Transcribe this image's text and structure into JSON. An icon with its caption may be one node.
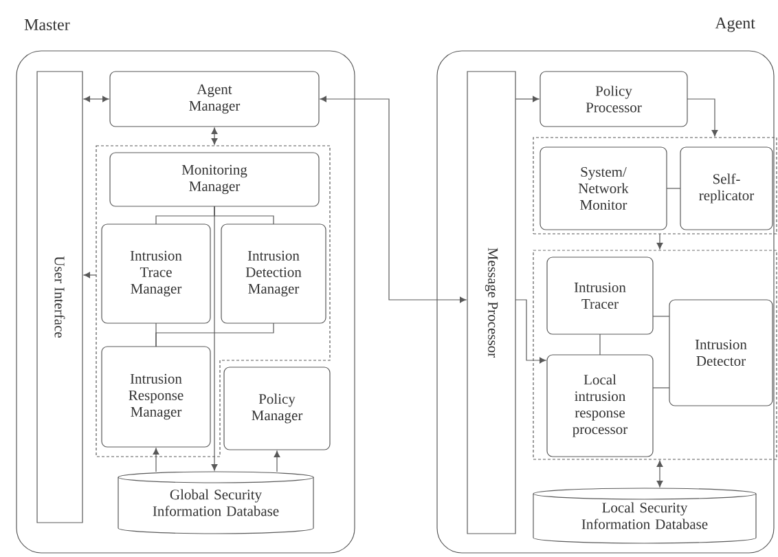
{
  "diagram": {
    "nodes": [
      {
        "text": [
          "Master"
        ]
      },
      {
        "text": [
          "User Interface"
        ],
        "in": 0
      },
      {
        "text": [
          "Agent Manager"
        ],
        "in": 0
      },
      {
        "text": [],
        "shape": "box",
        "in": 0
      },
      {
        "text": [
          "Monitoring Manager"
        ],
        "in": 3
      },
      {
        "text": [
          "Intrusion Trace Manager"
        ],
        "in": 3
      },
      {
        "text": [
          "Intrusion Detection Manager"
        ],
        "in": 3
      },
      {
        "text": [
          "Intrusion Response Manager"
        ],
        "in": 3
      },
      {
        "text": [
          "Policy Manager"
        ],
        "in": 0
      },
      {
        "text": [
          "Global Security Information Database"
        ],
        "in": 0
      },
      {
        "text": [
          "Agent"
        ]
      },
      {
        "text": [
          "Message Processor"
        ],
        "in": 10
      },
      {
        "text": [
          "Policy Processor"
        ],
        "in": 10
      },
      {
        "text": [],
        "shape": "box",
        "in": 10
      },
      {
        "text": [
          "System/ Network Monitor"
        ],
        "in": 13
      },
      {
        "text": [
          "Self-replicator"
        ],
        "in": 13
      },
      {
        "text": [],
        "shape": "box",
        "in": 10
      },
      {
        "text": [
          "Intrusion Tracer"
        ],
        "in": 16
      },
      {
        "text": [
          "Intrusion Detector"
        ],
        "in": 16
      },
      {
        "text": [
          "Local intrusion response processor"
        ],
        "in": 16
      },
      {
        "text": [
          "Local Security Information Database"
        ],
        "in": 10
      }
    ],
    "edges": [
      {
        "from": 2,
        "to": 1,
        "arrow": "both"
      },
      {
        "from": 2,
        "to": 3,
        "arrow": "both"
      },
      {
        "from": 4,
        "to": 5,
        "arrow": "none"
      },
      {
        "from": 4,
        "to": 6,
        "arrow": "none"
      },
      {
        "from": 5,
        "to": 7,
        "arrow": "none"
      },
      {
        "from": 6,
        "to": 7,
        "arrow": "none"
      },
      {
        "from": 4,
        "to": 9,
        "arrow": "to"
      },
      {
        "from": 9,
        "to": 7,
        "arrow": "to"
      },
      {
        "from": 9,
        "to": 8,
        "arrow": "to"
      },
      {
        "from": 3,
        "to": 1,
        "arrow": "to"
      },
      {
        "from": 2,
        "to": 11,
        "arrow": "both"
      },
      {
        "from": 11,
        "to": 12,
        "arrow": "to"
      },
      {
        "from": 12,
        "to": 13,
        "arrow": "to"
      },
      {
        "from": 14,
        "to": 15,
        "arrow": "none"
      },
      {
        "from": 13,
        "to": 16,
        "arrow": "to"
      },
      {
        "from": 11,
        "to": 19,
        "arrow": "to"
      },
      {
        "from": 17,
        "to": 19,
        "arrow": "none"
      },
      {
        "from": 17,
        "to": 18,
        "arrow": "none"
      },
      {
        "from": 19,
        "to": 18,
        "arrow": "none"
      },
      {
        "from": 16,
        "to": 20,
        "arrow": "both"
      }
    ]
  }
}
